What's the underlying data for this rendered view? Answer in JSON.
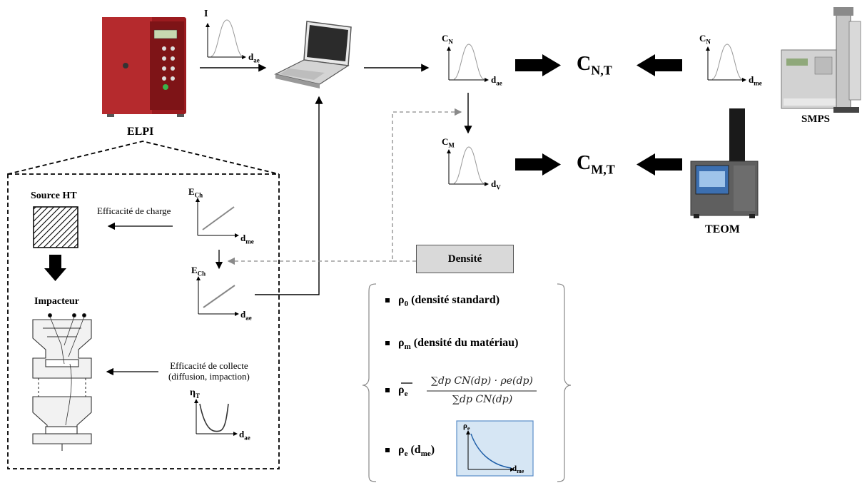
{
  "devices": {
    "elpi": "ELPI",
    "smps": "SMPS",
    "teom": "TEOM"
  },
  "axes": {
    "i_main": "I",
    "dae_main": "d",
    "dae_sub": "ae",
    "cn_top": "C",
    "cn_top_sub": "N",
    "cn_right": "C",
    "cn_right_sub": "N",
    "dme_right": "d",
    "dme_right_sub": "me",
    "cm": "C",
    "cm_sub": "M",
    "dv": "d",
    "dv_sub": "V",
    "ech1": "E",
    "ech1_sub": "Ch",
    "dme1": "d",
    "dme1_sub": "me",
    "ech2": "E",
    "ech2_sub": "Ch",
    "dae2": "d",
    "dae2_sub": "ae",
    "eta": "η",
    "eta_sub": "T",
    "dae3": "d",
    "dae3_sub": "ae",
    "dae_top": "d",
    "dae_top_sub": "ae"
  },
  "results": {
    "cnt_main": "C",
    "cnt_sub": "N,T",
    "cmt_main": "C",
    "cmt_sub": "M,T"
  },
  "elpi_detail": {
    "source_ht": "Source HT",
    "charge_eff": "Efficacité de charge",
    "impacteur": "Impacteur",
    "collect_eff_1": "Efficacité de collecte",
    "collect_eff_2": "(diffusion, impaction)"
  },
  "density": {
    "title": "Densité",
    "items": {
      "rho0": "ρ",
      "rho0_sub": "0",
      "rho0_text": " (densité standard)",
      "rhom": "ρ",
      "rhom_sub": "m",
      "rhom_text": " (densité du matériau)",
      "rhoe": "ρ",
      "rhoe_sub": "e",
      "rhoe_dme": "ρ",
      "rhoe_dme_sub": "e",
      "rhoe_dme_text": " (d",
      "rhoe_dme_text_sub": "me",
      "rhoe_dme_close": ")"
    },
    "formula_num": "∑dp CN(dp) · ρe(dp)",
    "formula_den": "∑dp CN(dp)",
    "inset_y": "ρ",
    "inset_y_sub": "e",
    "inset_x": "d",
    "inset_x_sub": "me"
  },
  "colors": {
    "device_red": "#9b1b1f",
    "box_gray": "#d9d9d9",
    "inset_fill": "#d6e6f4",
    "inset_border": "#5b8ec8",
    "curve_blue": "#1f5fa8",
    "dash_gray": "#8a8a8a"
  }
}
